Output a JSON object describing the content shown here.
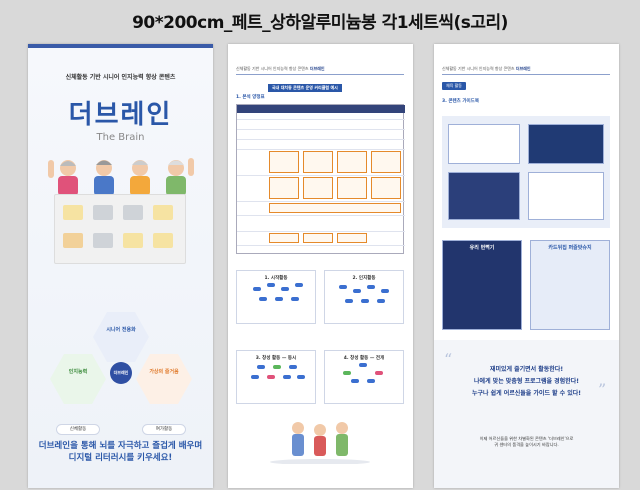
{
  "title": "90*200cm_페트_상하알루미늄봉 각1세트씩(s고리)",
  "panel1": {
    "subtitle": "신체활동 기반 시니어 인지능력 향상 콘텐츠",
    "logo": "더브레인",
    "logo_en": "The Brain",
    "hex_top": {
      "label": "시니어 전용화"
    },
    "hex_left": {
      "label": "인지능력"
    },
    "hex_right": {
      "label": "가상의 즐거움"
    },
    "center": "더브레인",
    "chips": [
      "신체활동",
      "여가활동"
    ],
    "bottom_line1": "더브레인을 통해 뇌를 자극하고 즐겁게 배우며",
    "bottom_line2": "디지털 리터러시를 키우세요!"
  },
  "panel2": {
    "header_prefix": "신체활동 기반 시니어 인지능력 향상 콘텐츠",
    "header_brand": "더브레인",
    "section_label": "국내 대치동 콘텐츠 운영 커리큘럼 예시",
    "subsection": "1. 본석 양정표",
    "cards": [
      {
        "title": "1. 시작활동"
      },
      {
        "title": "2. 인지활동"
      },
      {
        "title": "3. 창성 활동 — 동시"
      },
      {
        "title": "4. 창성 활동 — 전개"
      }
    ]
  },
  "panel3": {
    "header_prefix": "신체활동 기반 시니어 인지능력 향상 콘텐츠",
    "header_brand": "더브레인",
    "tag": "체육 활동",
    "section": "3. 콘텐츠 가이드북",
    "shot1_label": "유리 번쩍기",
    "shot2_label": "카드뒤집 퍼즐밧슈지",
    "quote1": "재미있게 즐기면서 활동한다!",
    "quote2": "나에게 맞는 맞춤형 프로그램을 경험한다!",
    "quote3": "누구나 쉽게 어르신들을 가이드 할 수 있다!",
    "closing1": "이제 어르신들을 위한 차별화된 콘텐츠 '더브레인'으로",
    "closing2": "귀 센터의 품격을 높이시기 바랍니다."
  },
  "colors": {
    "brand_blue": "#2a57a8",
    "navy": "#1f3f8a",
    "accent_orange": "#e58a2b",
    "background": "#d9d9d9"
  }
}
